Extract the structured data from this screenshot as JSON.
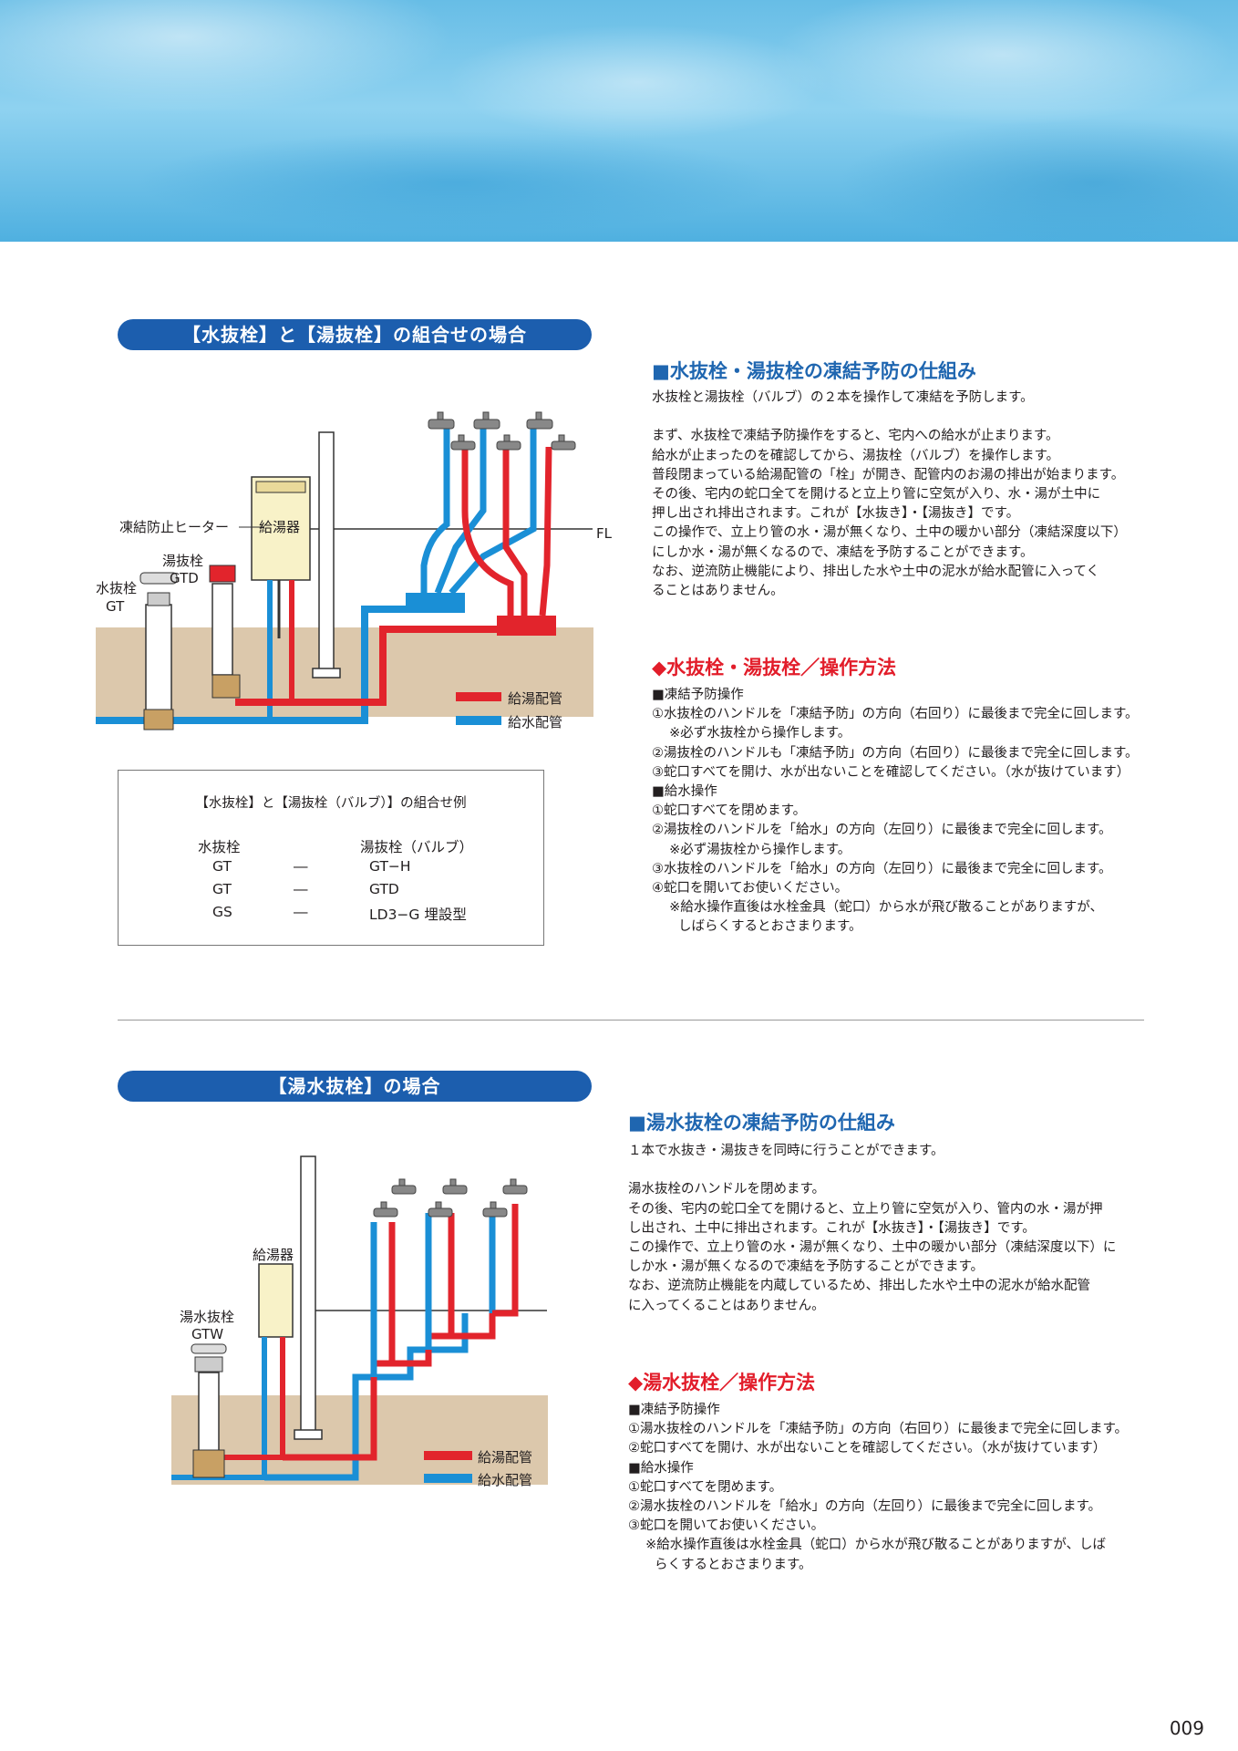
{
  "page_number": "009",
  "section1": {
    "pill": "【水抜栓】と【湯抜栓】の組合せの場合",
    "diagram": {
      "heater_label": "凍結防止ヒーター",
      "yu_label1": "湯抜栓",
      "yu_label2": "GTD",
      "mizu_label1": "水抜栓",
      "mizu_label2": "GT",
      "boiler_label": "給湯器",
      "fl_label": "FL",
      "legend_hot": "給湯配管",
      "legend_cold": "給水配管"
    },
    "example": {
      "title": "【水抜栓】と【湯抜栓（バルブ）】の組合せ例",
      "col1_header": "水抜栓",
      "col2_header": "湯抜栓（バルブ）",
      "rows": [
        {
          "a": "GT",
          "dash": "―",
          "b": "GT−H"
        },
        {
          "a": "GT",
          "dash": "―",
          "b": "GTD"
        },
        {
          "a": "GS",
          "dash": "―",
          "b": "LD3−G 埋設型"
        }
      ]
    },
    "mech_heading": "■水抜栓・湯抜栓の凍結予防の仕組み",
    "mech_text": "水抜栓と湯抜栓（バルブ）の２本を操作して凍結を予防します。\n\nまず、水抜栓で凍結予防操作をすると、宅内への給水が止まります。\n給水が止まったのを確認してから、湯抜栓（バルブ）を操作します。\n普段閉まっている給湯配管の「栓」が開き、配管内のお湯の排出が始まります。\nその後、宅内の蛇口全てを開けると立上り管に空気が入り、水・湯が土中に\n押し出され排出されます。これが【水抜き】・【湯抜き】です。\nこの操作で、立上り管の水・湯が無くなり、土中の暖かい部分（凍結深度以下）\nにしか水・湯が無くなるので、凍結を予防することができます。\nなお、逆流防止機能により、排出した水や土中の泥水が給水配管に入ってく\nることはありません。",
    "op_heading": "◆水抜栓・湯抜栓／操作方法",
    "op_text": "■凍結予防操作\n①水抜栓のハンドルを「凍結予防」の方向（右回り）に最後まで完全に回します。\n　 ※必ず水抜栓から操作します。\n②湯抜栓のハンドルも「凍結予防」の方向（右回り）に最後まで完全に回します。\n③蛇口すべてを開け、水が出ないことを確認してください。（水が抜けています）\n■給水操作\n①蛇口すべてを閉めます。\n②湯抜栓のハンドルを「給水」の方向（左回り）に最後まで完全に回します。\n　 ※必ず湯抜栓から操作します。\n③水抜栓のハンドルを「給水」の方向（左回り）に最後まで完全に回します。\n④蛇口を開いてお使いください。\n　 ※給水操作直後は水栓金具（蛇口）から水が飛び散ることがありますが、\n　　しばらくするとおさまります。"
  },
  "section2": {
    "pill": "【湯水抜栓】の場合",
    "diagram": {
      "boiler_label": "給湯器",
      "valve_label1": "湯水抜栓",
      "valve_label2": "GTW",
      "legend_hot": "給湯配管",
      "legend_cold": "給水配管"
    },
    "mech_heading": "■湯水抜栓の凍結予防の仕組み",
    "mech_text": "１本で水抜き・湯抜きを同時に行うことができます。\n\n湯水抜栓のハンドルを閉めます。\nその後、宅内の蛇口全てを開けると、立上り管に空気が入り、管内の水・湯が押\nし出され、土中に排出されます。これが【水抜き】・【湯抜き】です。\nこの操作で、立上り管の水・湯が無くなり、土中の暖かい部分（凍結深度以下）に\nしか水・湯が無くなるので凍結を予防することができます。\nなお、逆流防止機能を内蔵しているため、排出した水や土中の泥水が給水配管\nに入ってくることはありません。",
    "op_heading": "◆湯水抜栓／操作方法",
    "op_text": "■凍結予防操作\n①湯水抜栓のハンドルを「凍結予防」の方向（右回り）に最後まで完全に回します。\n②蛇口すべてを開け、水が出ないことを確認してください。（水が抜けています）\n■給水操作\n①蛇口すべてを閉めます。\n②湯水抜栓のハンドルを「給水」の方向（左回り）に最後まで完全に回します。\n③蛇口を開いてお使いください。\n　 ※給水操作直後は水栓金具（蛇口）から水が飛び散ることがありますが、しば\n　　らくするとおさまります。"
  },
  "colors": {
    "hot": "#e2242c",
    "cold": "#1a8fd6",
    "pill": "#1c5eae",
    "ground": "#dcc8ac"
  }
}
